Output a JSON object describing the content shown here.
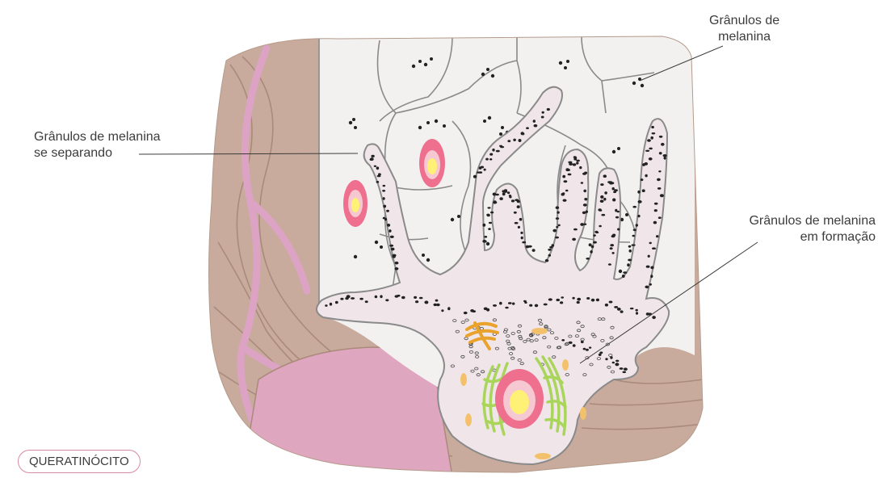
{
  "labels": {
    "top_right": [
      "Grânulos de",
      "melanina"
    ],
    "left": [
      "Grânulos de melanina",
      "se separando"
    ],
    "right": [
      "Grânulos de melanina",
      "em formação"
    ],
    "keratinocyte": "QUERATINÓCITO"
  },
  "colors": {
    "dermis": "#c8ab9c",
    "dermis_line": "#a98a7b",
    "vessel": "#dca3c4",
    "epidermis": "#f3f1f0",
    "cell_border": "#8a8a8a",
    "melanocyte": "#f0e6ea",
    "granule": "#222222",
    "nucleus_outer": "#ef6f8e",
    "nucleus_inner": "#fff176",
    "golgi": "#e9a22c",
    "reticulum": "#a8d55a",
    "pill_border": "#d98aa7"
  },
  "icons": [
    "melanocyte-shape",
    "keratinocyte-cells",
    "melanin-granules"
  ]
}
